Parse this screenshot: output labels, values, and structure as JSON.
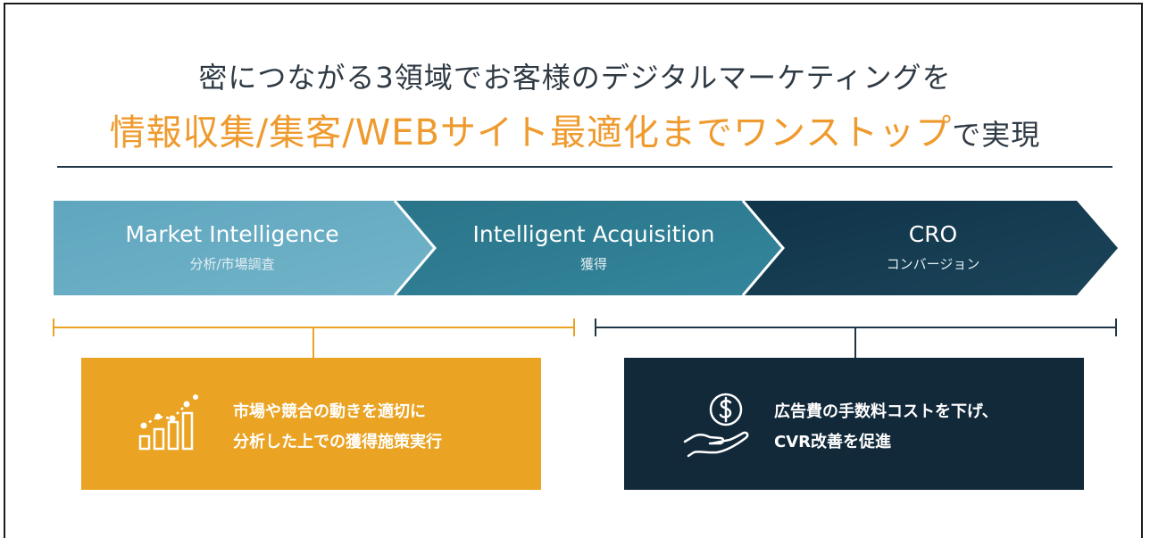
{
  "heading": {
    "line1": "密につながる3領域でお客様のデジタルマーケティングを",
    "line2_highlight": "情報収集/集客/WEBサイト最適化までワンストップ",
    "line2_tail": "で実現"
  },
  "stages": [
    {
      "title": "Market Intelligence",
      "subtitle": "分析/市場調査",
      "color": "#6aaec4"
    },
    {
      "title": "Intelligent Acquisition",
      "subtitle": "獲得",
      "color": "#2e7d93"
    },
    {
      "title": "CRO",
      "subtitle": "コンバージョン",
      "color": "#163b50"
    }
  ],
  "boxes": {
    "left": {
      "line1": "市場や競合の動きを適切に",
      "line2": "分析した上での獲得施策実行",
      "icon": "growth-chart-icon",
      "color": "#eaa322"
    },
    "right": {
      "line1": "広告費の手数料コストを下げ、",
      "line2": "CVR改善を促進",
      "icon": "money-hand-icon",
      "color": "#12293a"
    }
  },
  "colors": {
    "accent": "#ef9a2d",
    "navy": "#12293a",
    "bracket_left": "#eaa322",
    "bracket_right": "#1f3546"
  }
}
